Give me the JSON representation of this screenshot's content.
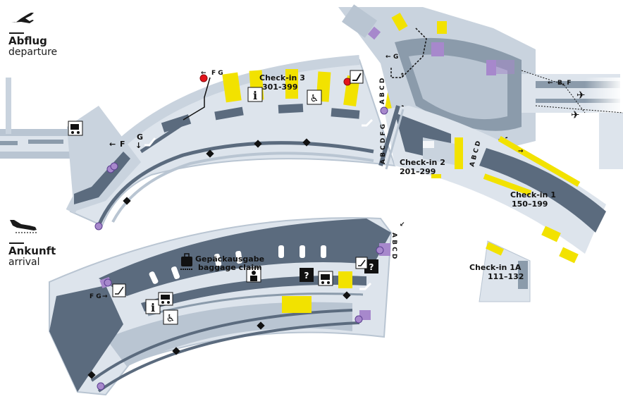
{
  "legend": {
    "departure_de": "Abflug",
    "departure_en": "departure",
    "arrival_de": "Ankunft",
    "arrival_en": "arrival"
  },
  "checkins": [
    {
      "name": "Check-in 3",
      "range": "301-399"
    },
    {
      "name": "Check-in 2",
      "range": "201–299"
    },
    {
      "name": "Check-in 1",
      "range": "150–199"
    },
    {
      "name": "Check-in 1A",
      "range": "111–132"
    }
  ],
  "baggage": {
    "de": "Gepäckausgabe",
    "en": "baggage claim"
  },
  "gate_labels": {
    "fg_top": "F G",
    "g_top": "G",
    "f_left": "F",
    "g_left": "G",
    "bf_right": "B, F",
    "abcd_vertical": "A B C D",
    "abcdfg_vertical": "A B C D F G",
    "abcd_mid": "A B C D",
    "abcd_arrival": "A B C D",
    "fg_arrival": "F G"
  },
  "icons": {
    "info": "information-icon",
    "wheelchair": "wheelchair-icon",
    "luggage_cart": "luggage-cart-icon",
    "lost_found": "lost-and-found-icon",
    "baggage": "baggage-claim-icon",
    "customs": "customs-officer-icon",
    "escalator": "escalator-icon",
    "plane": "airplane-icon"
  },
  "colors": {
    "building_dark": "#5b6b7e",
    "building_mid": "#8b9bab",
    "floor_light": "#dde4ec",
    "floor_pale": "#edf1f5",
    "checkin_yellow": "#f2e200",
    "poi_purple": "#a788cc",
    "red_marker": "#e3141b"
  }
}
